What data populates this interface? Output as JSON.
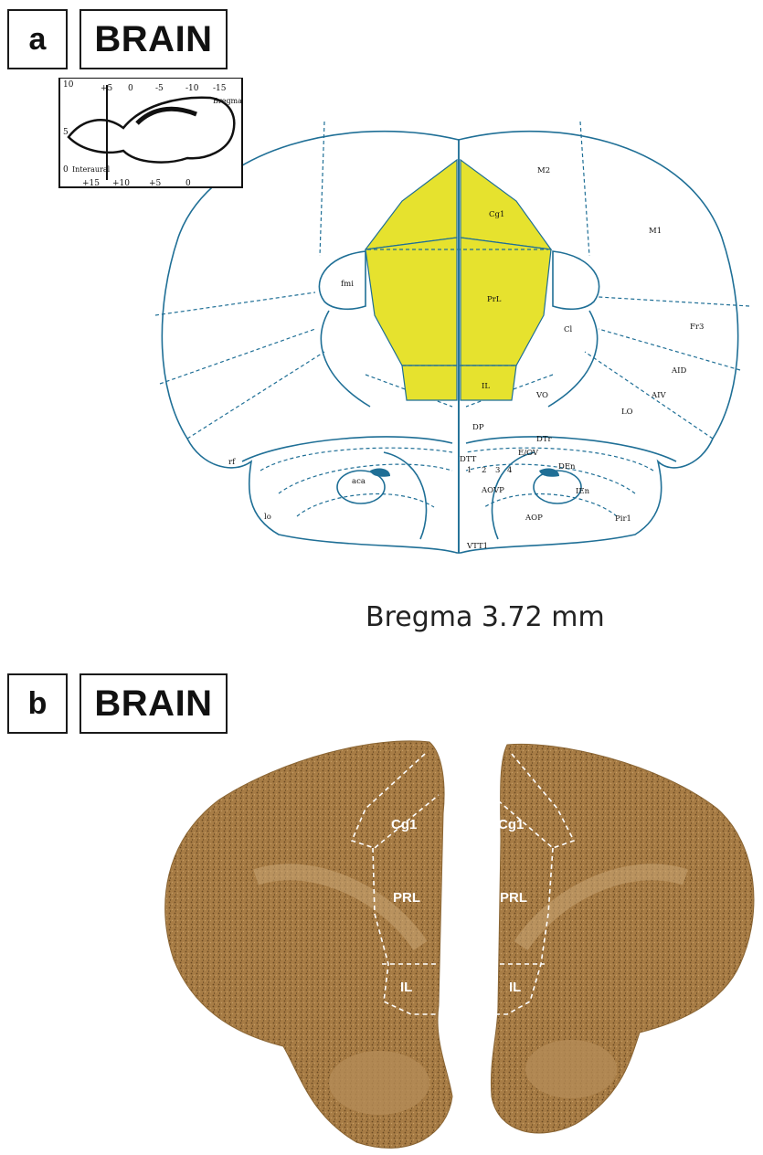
{
  "panel_a": {
    "letter": "a",
    "title": "BRAIN",
    "inset": {
      "top_ticks": [
        "+5",
        "0",
        "-5",
        "-10",
        "-15"
      ],
      "bottom_ticks": [
        "+15",
        "+10",
        "+5",
        "0"
      ],
      "left_ticks": [
        "10",
        "5",
        "0"
      ],
      "bregma": "Bregma",
      "interaural": "Interaural"
    },
    "regions": {
      "m2": "M2",
      "m1": "M1",
      "cg1": "Cg1",
      "prl": "PrL",
      "il": "IL",
      "fmi": "fmi",
      "cl": "Cl",
      "fr3": "Fr3",
      "aid": "AID",
      "aiv": "AIV",
      "lo": "LO",
      "vo": "VO",
      "dp": "DP",
      "dtr": "DTr",
      "e_ov": "E/OV",
      "den": "DEn",
      "ien": "IEn",
      "aovp": "AOVP",
      "aop": "AOP",
      "aca": "aca",
      "dtt": "DTT",
      "vtt1": "VTT1",
      "pir1": "Pir1",
      "rf": "rf",
      "lo_tract": "lo",
      "n1": "1",
      "n2": "2",
      "n3": "3",
      "n4": "4"
    },
    "caption": "Bregma 3.72 mm",
    "highlight_color": "#e6e22e",
    "line_color": "#1f6f96"
  },
  "panel_b": {
    "letter": "b",
    "title": "BRAIN",
    "labels": {
      "cg1_left": "Cg1",
      "prl_left": "PRL",
      "il_left": "IL",
      "cg1_right": "Cg1",
      "prl_right": "PRL",
      "il_right": "IL"
    },
    "tissue_color": "#a77c45"
  }
}
